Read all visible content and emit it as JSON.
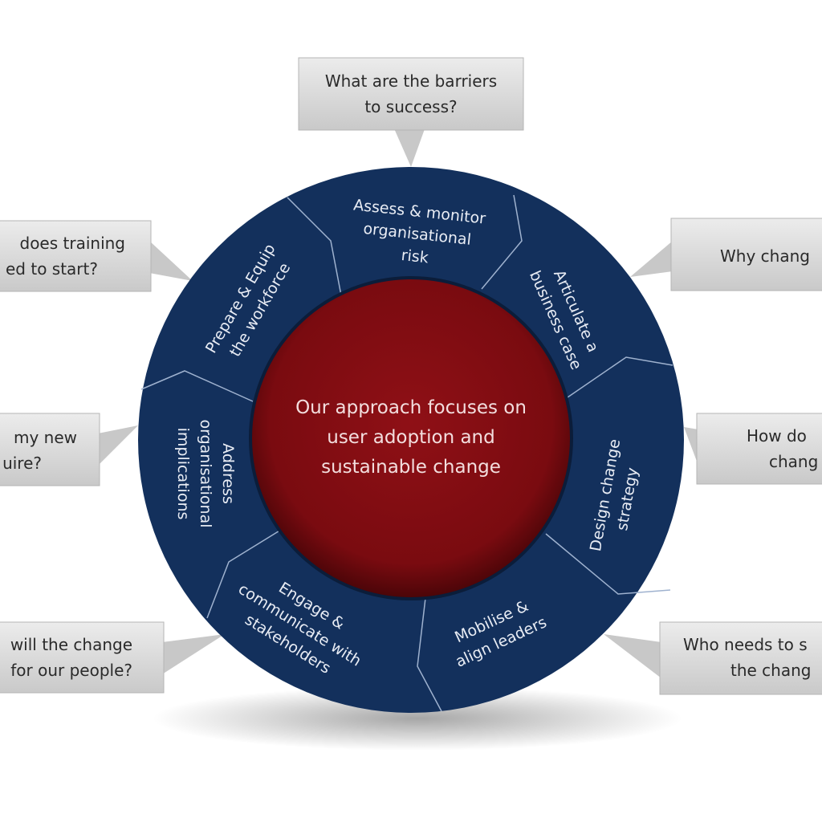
{
  "center_text": [
    "Our approach focuses on",
    "user adoption and",
    "sustainable change"
  ],
  "segments": [
    {
      "lines": [
        "Assess & monitor",
        "organisational",
        "risk"
      ]
    },
    {
      "lines": [
        "Articulate a",
        "business case"
      ]
    },
    {
      "lines": [
        "Design change",
        "strategy"
      ]
    },
    {
      "lines": [
        "Mobilise &",
        "align leaders"
      ]
    },
    {
      "lines": [
        "Engage &",
        "communicate with",
        "stakeholders"
      ]
    },
    {
      "lines": [
        "Address",
        "organisational",
        "implications"
      ]
    },
    {
      "lines": [
        "Prepare & Equip",
        "the workforce"
      ]
    }
  ],
  "questions": {
    "top": [
      "What are the barriers",
      "to success?"
    ],
    "left_top": [
      "does training",
      "ed to start?"
    ],
    "left_mid": [
      "my new",
      "uire?"
    ],
    "left_bottom": [
      "will the change",
      "for our people?"
    ],
    "right_top": [
      "Why chang"
    ],
    "right_mid": [
      "How do",
      "chang"
    ],
    "right_bottom": [
      "Who needs to s",
      "the chang"
    ]
  },
  "colors": {
    "navy": "#13305c",
    "red": "#8c0f14",
    "callout": "#d8d8d8"
  }
}
